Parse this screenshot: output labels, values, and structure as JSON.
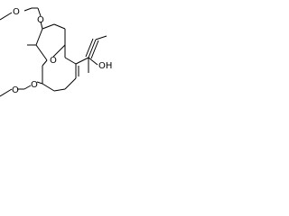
{
  "molecule": {
    "atoms": [
      {
        "id": "o1",
        "label": "O"
      },
      {
        "id": "o2",
        "label": "O"
      },
      {
        "id": "o3",
        "label": "O"
      },
      {
        "id": "o4",
        "label": "O"
      },
      {
        "id": "o5",
        "label": "O"
      },
      {
        "id": "oh",
        "label": "OH"
      }
    ]
  }
}
